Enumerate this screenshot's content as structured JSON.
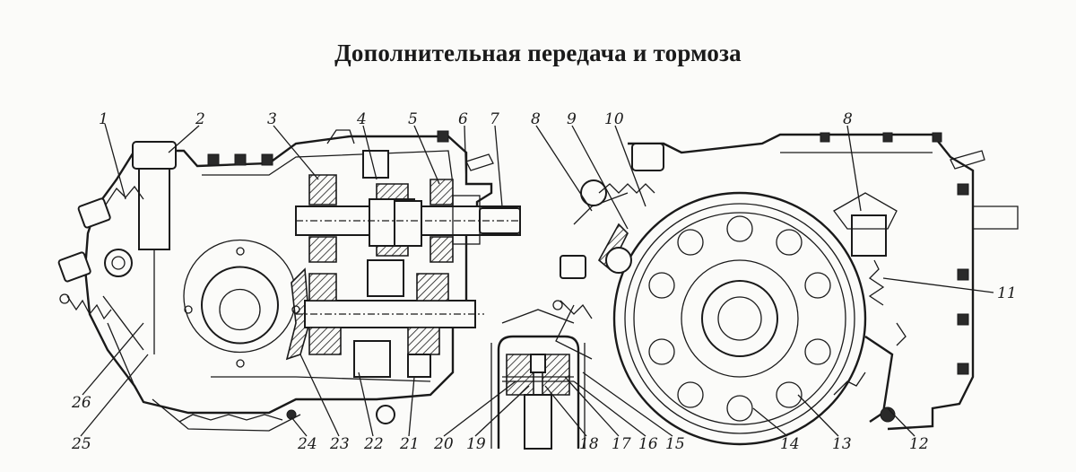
{
  "title": "Дополнительная передача и тормоза",
  "callouts": {
    "n1": "1",
    "n2": "2",
    "n3": "3",
    "n4": "4",
    "n5": "5",
    "n6": "6",
    "n7": "7",
    "n8a": "8",
    "n8b": "8",
    "n9": "9",
    "n10": "10",
    "n11": "11",
    "n12": "12",
    "n13": "13",
    "n14": "14",
    "n15": "15",
    "n16": "16",
    "n17": "17",
    "n18": "18",
    "n19": "19",
    "n20": "20",
    "n21": "21",
    "n22": "22",
    "n23": "23",
    "n24": "24",
    "n25": "25",
    "n26": "26"
  }
}
